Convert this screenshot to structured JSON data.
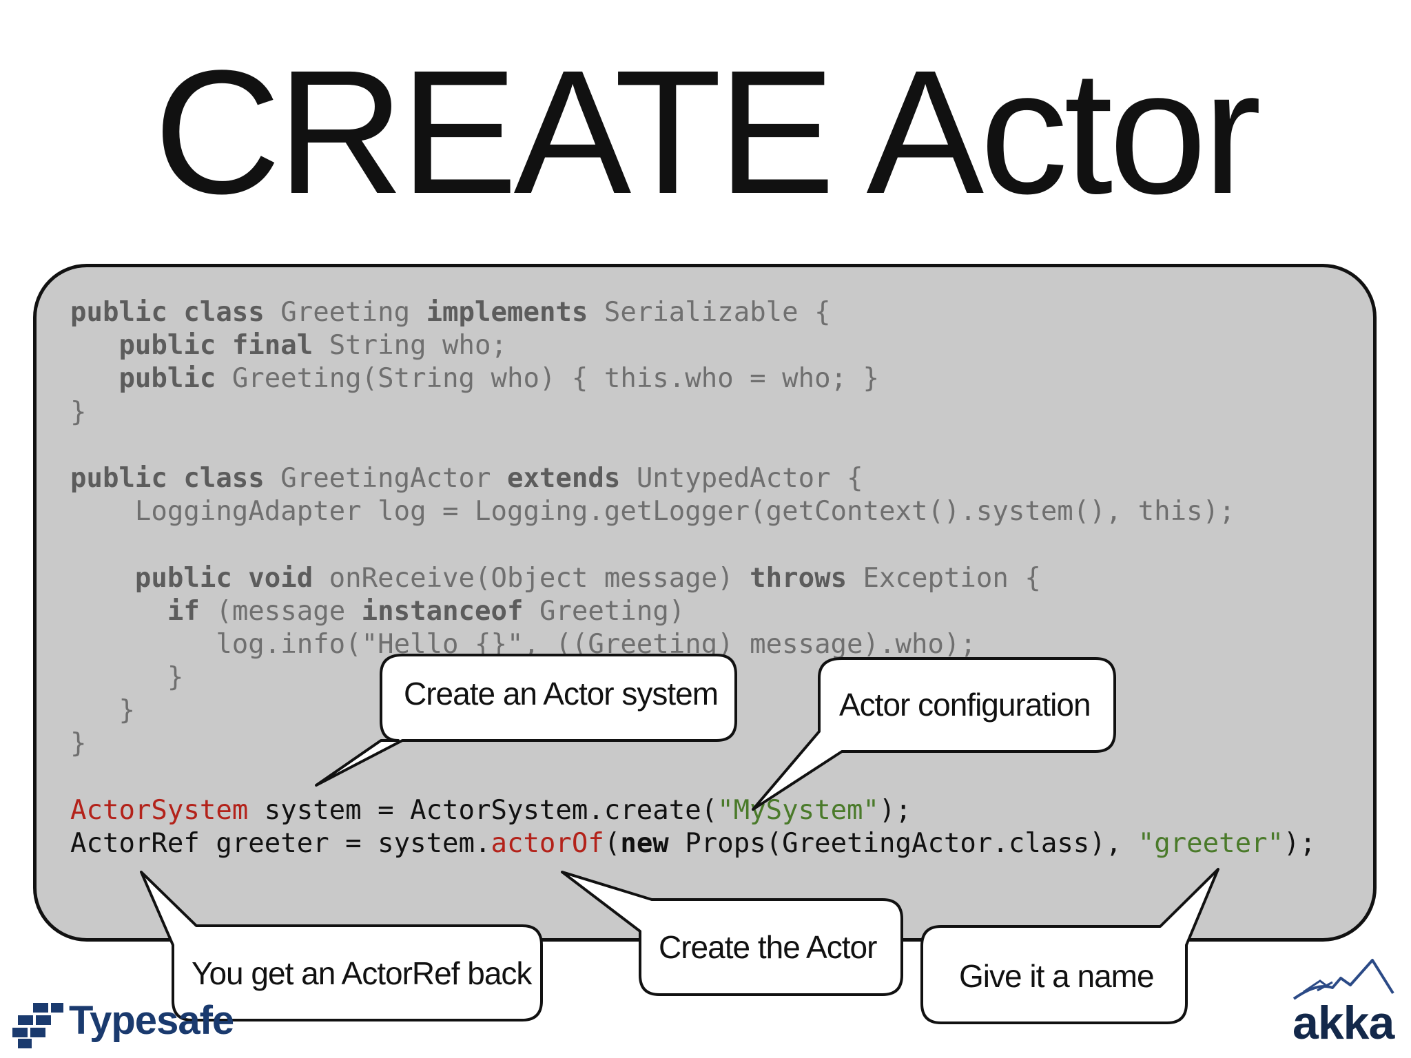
{
  "slide": {
    "title": "CREATE Actor"
  },
  "code": {
    "lines": [
      [
        [
          "kw",
          "public class"
        ],
        [
          "t",
          " Greeting "
        ],
        [
          "kw",
          "implements"
        ],
        [
          "t",
          " Serializable {"
        ]
      ],
      [
        [
          "t",
          "   "
        ],
        [
          "kw",
          "public final"
        ],
        [
          "t",
          " String who;"
        ]
      ],
      [
        [
          "t",
          "   "
        ],
        [
          "kw",
          "public"
        ],
        [
          "t",
          " Greeting(String who) { this.who = who; }"
        ]
      ],
      [
        [
          "t",
          "}"
        ]
      ],
      [
        [
          "t",
          ""
        ]
      ],
      [
        [
          "kw",
          "public class"
        ],
        [
          "t",
          " GreetingActor "
        ],
        [
          "kw",
          "extends"
        ],
        [
          "t",
          " UntypedActor {"
        ]
      ],
      [
        [
          "t",
          "    LoggingAdapter log = Logging.getLogger(getContext().system(), this);"
        ]
      ],
      [
        [
          "t",
          ""
        ]
      ],
      [
        [
          "t",
          "    "
        ],
        [
          "kw",
          "public void"
        ],
        [
          "t",
          " onReceive(Object message) "
        ],
        [
          "kw",
          "throws"
        ],
        [
          "t",
          " Exception {"
        ]
      ],
      [
        [
          "t",
          "      "
        ],
        [
          "kw",
          "if"
        ],
        [
          "t",
          " (message "
        ],
        [
          "kw",
          "instanceof"
        ],
        [
          "t",
          " Greeting)"
        ]
      ],
      [
        [
          "t",
          "         log.info(\"Hello {}\", ((Greeting) message).who);"
        ]
      ],
      [
        [
          "t",
          "      }"
        ]
      ],
      [
        [
          "t",
          "   }"
        ]
      ],
      [
        [
          "t",
          "}"
        ]
      ],
      [
        [
          "t",
          ""
        ]
      ],
      [
        [
          "red",
          "ActorSystem"
        ],
        [
          "dk",
          " system = ActorSystem.create("
        ],
        [
          "grn",
          "\"MySystem\""
        ],
        [
          "dk",
          ");"
        ]
      ],
      [
        [
          "dk",
          "ActorRef greeter = system."
        ],
        [
          "red",
          "actorOf"
        ],
        [
          "dk",
          "("
        ],
        [
          "kwd",
          "new"
        ],
        [
          "dk",
          " Props(GreetingActor.class), "
        ],
        [
          "grn",
          "\"greeter\""
        ],
        [
          "dk",
          ");"
        ]
      ]
    ]
  },
  "callouts": {
    "create_system": "Create an Actor system",
    "actor_config": "Actor configuration",
    "actorref_back": "You get an ActorRef back",
    "create_actor": "Create the Actor",
    "give_name": "Give it a name"
  },
  "logos": {
    "typesafe": "Typesafe",
    "akka": "akka"
  },
  "colors": {
    "code_background": "#c9c9c9",
    "keyword_red": "#b3221a",
    "string_green": "#4a7a2a",
    "typesafe_blue": "#1a3a6e",
    "akka_navy": "#13284a"
  }
}
